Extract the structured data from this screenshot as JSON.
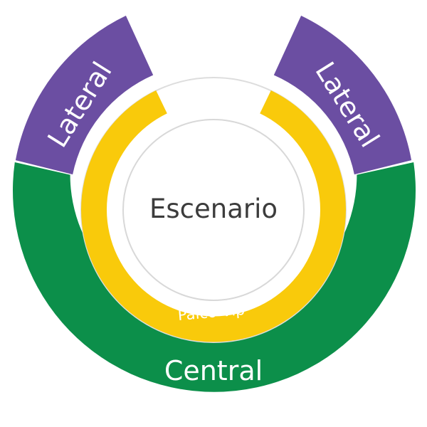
{
  "map": {
    "stage_label": "Escenario",
    "sections": {
      "lateral_left": {
        "label": "Lateral",
        "color": "#6B4EA2"
      },
      "lateral_right": {
        "label": "Lateral",
        "color": "#6B4EA2"
      },
      "central": {
        "label": "Central",
        "color": "#0C8F4A"
      },
      "palco_vip": {
        "label": "Palco Vip",
        "color": "#F9CA0B"
      }
    },
    "ring_color": "#DDDDDD",
    "text_dark": "#3C3C3C",
    "text_light": "#FFFFFF"
  }
}
